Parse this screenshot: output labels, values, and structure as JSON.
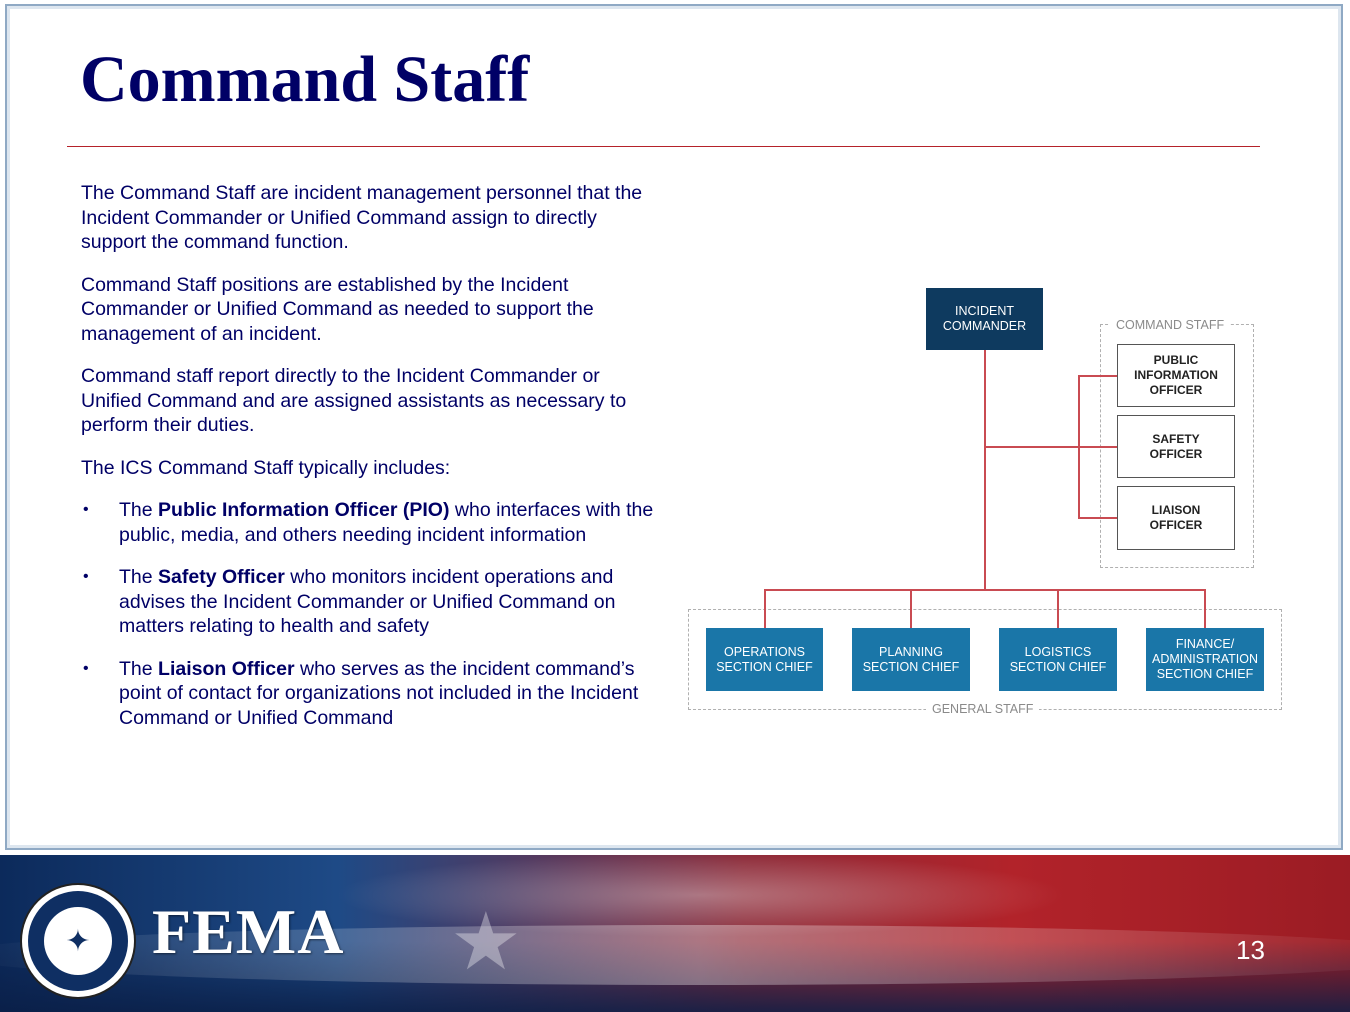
{
  "slide": {
    "title": "Command Staff",
    "paragraphs": [
      "The Command Staff are incident management personnel that the Incident Commander or Unified Command assign to directly support the command function.",
      "Command Staff positions are established by the Incident Commander or Unified Command as needed to support the management of an incident.",
      "Command staff report directly to the Incident Commander or Unified Command and are assigned assistants as necessary to perform their duties.",
      "The ICS Command Staff typically includes:"
    ],
    "bullets": [
      {
        "marker": "•",
        "pre": "The ",
        "bold": "Public Information Officer (PIO)",
        "post": " who interfaces with the public, media, and others needing incident information"
      },
      {
        "marker": "•",
        "pre": "The ",
        "bold": "Safety Officer",
        "post": " who monitors incident operations and advises the Incident Commander or Unified Command on matters relating to health and safety"
      },
      {
        "marker": "•",
        "pre": "The ",
        "bold": "Liaison Officer",
        "post": " who serves as the incident command’s point of contact for organizations not included in the Incident Command or Unified Command"
      }
    ]
  },
  "org_chart": {
    "incident_commander": "Incident\nCommander",
    "command_staff_label": "Command Staff",
    "command_staff": [
      "Public\nInformation\nOfficer",
      "Safety\nOfficer",
      "Liaison\nOfficer"
    ],
    "general_staff_label": "General Staff",
    "general_staff": [
      "Operations\nSection Chief",
      "Planning\nSection Chief",
      "Logistics\nSection Chief",
      "Finance/\nAdministration\nSection Chief"
    ],
    "colors": {
      "commander": "#0e3a5f",
      "general": "#1a76a8",
      "lines": "#c94b52"
    }
  },
  "footer": {
    "logo_text": "FEMA",
    "seal_icon": "dhs-seal-icon",
    "page_number": "13",
    "colors": {
      "blue": "#0c2a5b",
      "red": "#b2232a"
    }
  }
}
